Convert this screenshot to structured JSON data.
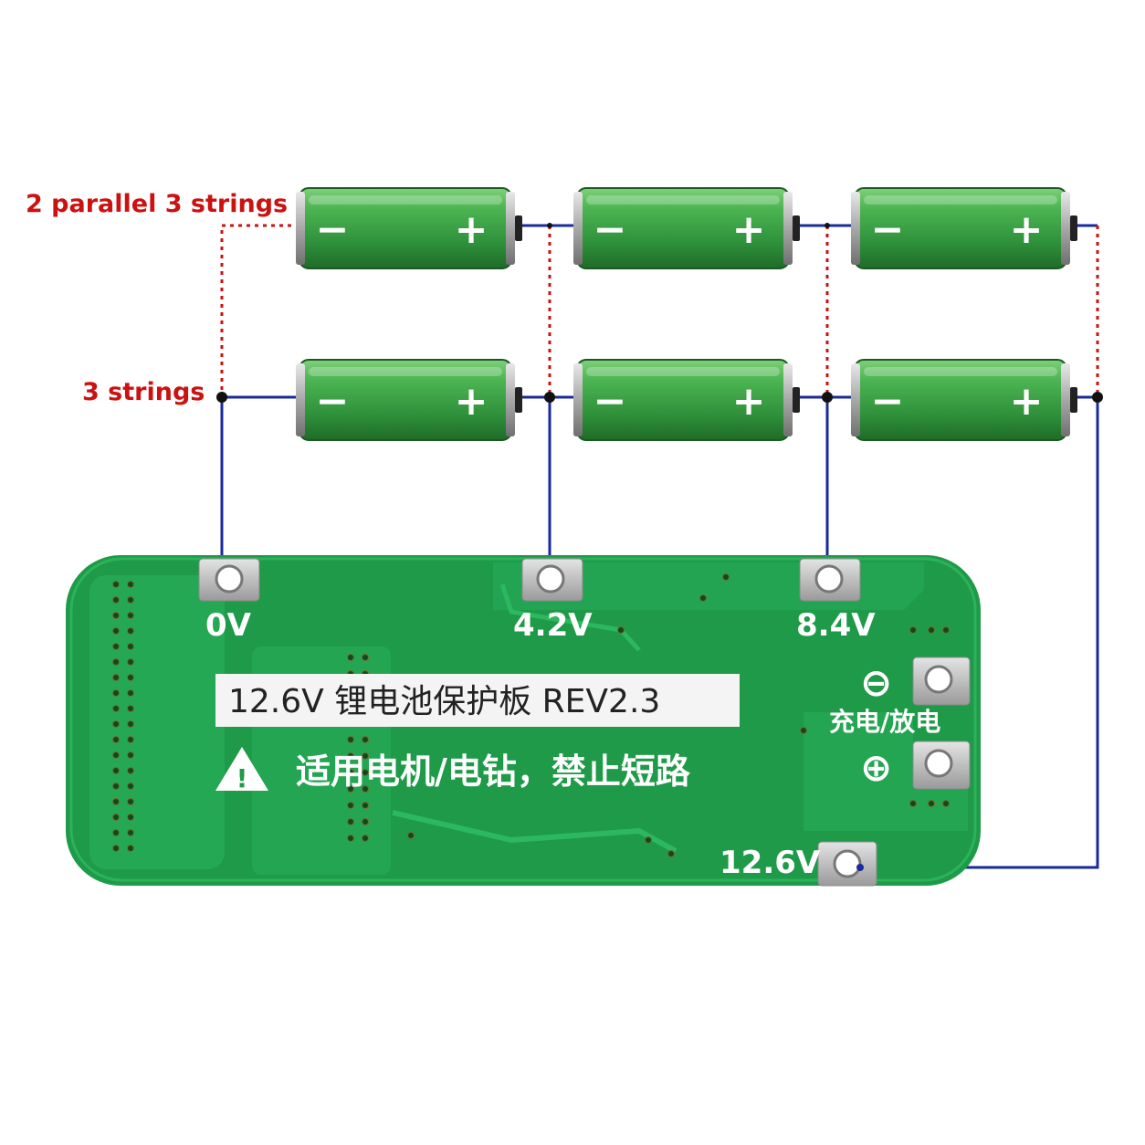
{
  "labels": {
    "parallel": "2 parallel 3 strings",
    "series": "3 strings"
  },
  "battery": {
    "minus": "−",
    "plus": "+"
  },
  "board": {
    "title": "12.6V  锂电池保护板 REV2.3",
    "warning": "适用电机/电钻，禁止短路",
    "warning_icon": "!",
    "charge_discharge": "充电/放电",
    "minus_symbol": "⊖",
    "plus_symbol": "⊕",
    "pads": {
      "p0": "0V",
      "p1": "4.2V",
      "p2": "8.4V",
      "p3": "12.6V"
    }
  },
  "colors": {
    "pcb": "#1e9a48",
    "battery": "#3aa84a",
    "wire": "#1a2a9c",
    "dotted": "#cc1111",
    "pad": "#c9c9c9"
  }
}
